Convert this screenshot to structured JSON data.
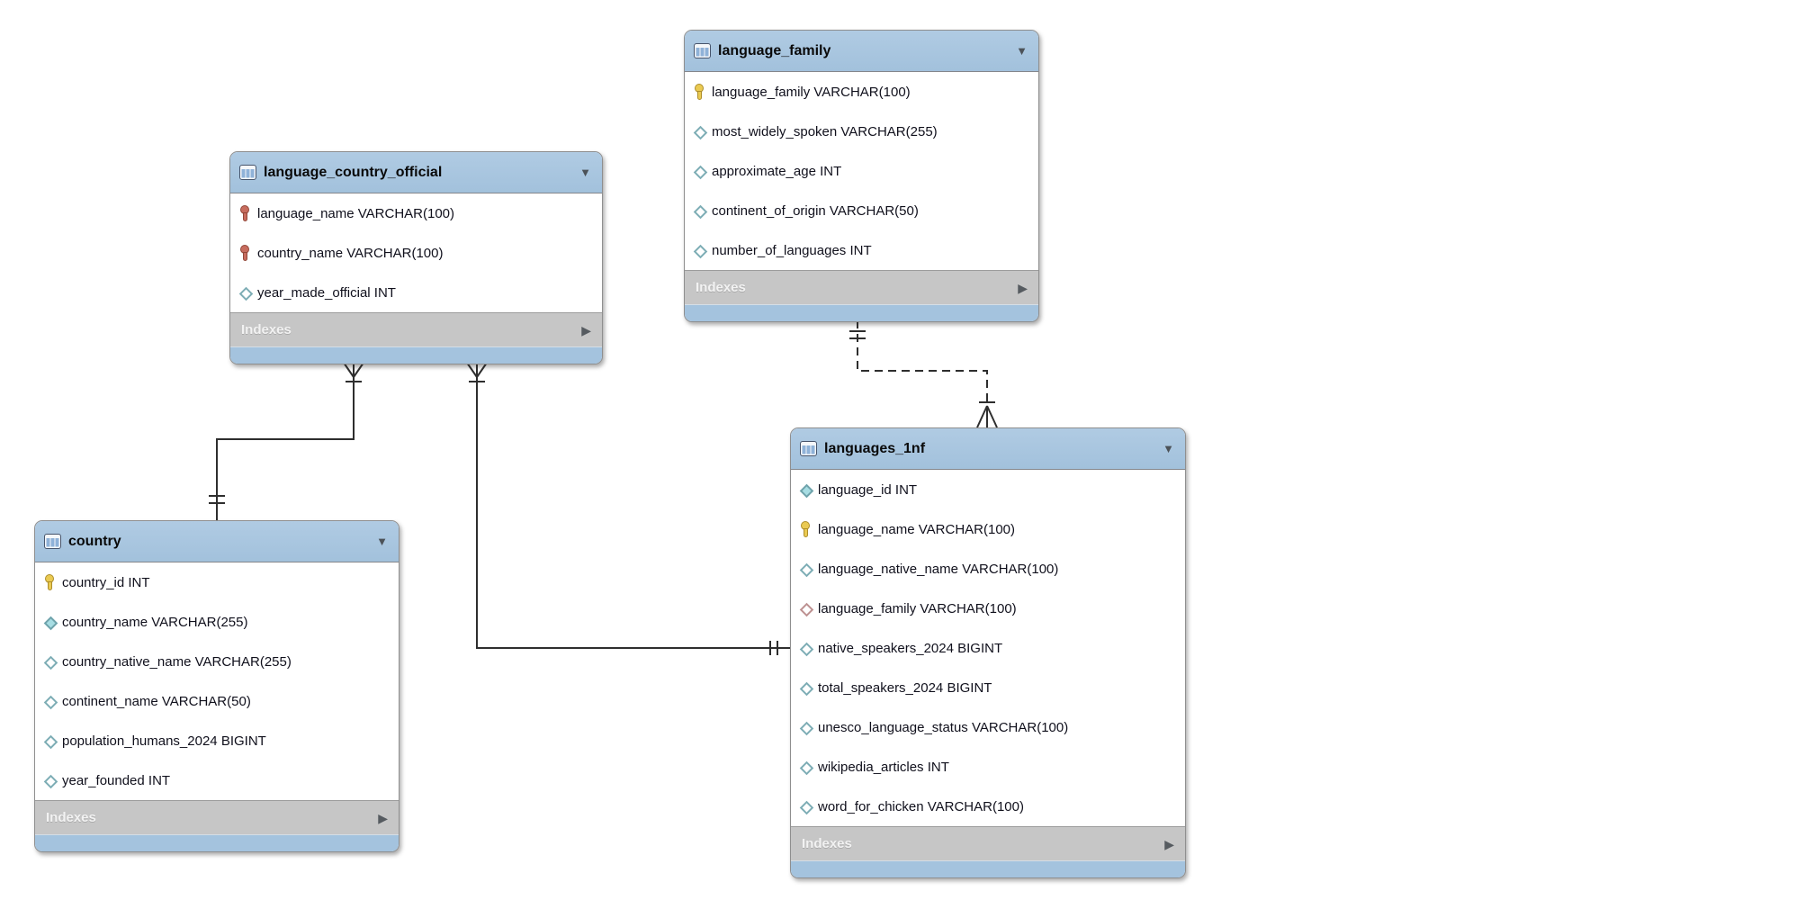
{
  "diagram": {
    "kind": "EER diagram",
    "icons": {
      "collapse_glyph": "▼",
      "expand_glyph": "▶",
      "table_icon": "table-grid",
      "primary_key_icon": "key-yellow",
      "primary_foreign_key_icon": "key-red",
      "column_nullable_icon": "diamond-teal-outline",
      "column_not_null_icon": "diamond-cyan-filled",
      "foreign_key_column_icon": "diamond-red-outline"
    },
    "colors": {
      "header_blue": "#a4c3de",
      "indexes_gray": "#c6c6c6",
      "body_white": "#ffffff",
      "line_dark": "#2e2e2e",
      "key_yellow": "#eaca52",
      "key_red": "#c76c5e",
      "diamond_teal": "#7dadb5",
      "diamond_cyan_fill": "#a7dde3",
      "diamond_red": "#bd9191"
    },
    "tables": [
      {
        "title": "language_country_official",
        "indexes_label": "Indexes",
        "columns": [
          {
            "icon": "primary-foreign-key-icon",
            "text": "language_name VARCHAR(100)"
          },
          {
            "icon": "primary-foreign-key-icon",
            "text": "country_name VARCHAR(100)"
          },
          {
            "icon": "column-nullable-icon",
            "text": "year_made_official INT"
          }
        ]
      },
      {
        "title": "language_family",
        "indexes_label": "Indexes",
        "columns": [
          {
            "icon": "primary-key-icon",
            "text": "language_family VARCHAR(100)"
          },
          {
            "icon": "column-nullable-icon",
            "text": "most_widely_spoken VARCHAR(255)"
          },
          {
            "icon": "column-nullable-icon",
            "text": "approximate_age INT"
          },
          {
            "icon": "column-nullable-icon",
            "text": "continent_of_origin VARCHAR(50)"
          },
          {
            "icon": "column-nullable-icon",
            "text": "number_of_languages INT"
          }
        ]
      },
      {
        "title": "country",
        "indexes_label": "Indexes",
        "columns": [
          {
            "icon": "primary-key-icon",
            "text": "country_id INT"
          },
          {
            "icon": "column-not-null-icon",
            "text": "country_name VARCHAR(255)"
          },
          {
            "icon": "column-nullable-icon",
            "text": "country_native_name VARCHAR(255)"
          },
          {
            "icon": "column-nullable-icon",
            "text": "continent_name VARCHAR(50)"
          },
          {
            "icon": "column-nullable-icon",
            "text": "population_humans_2024 BIGINT"
          },
          {
            "icon": "column-nullable-icon",
            "text": "year_founded INT"
          }
        ]
      },
      {
        "title": "languages_1nf",
        "indexes_label": "Indexes",
        "columns": [
          {
            "icon": "column-not-null-icon",
            "text": "language_id INT"
          },
          {
            "icon": "primary-key-icon",
            "text": "language_name VARCHAR(100)"
          },
          {
            "icon": "column-nullable-icon",
            "text": "language_native_name VARCHAR(100)"
          },
          {
            "icon": "foreign-key-column-icon",
            "text": "language_family VARCHAR(100)"
          },
          {
            "icon": "column-nullable-icon",
            "text": "native_speakers_2024 BIGINT"
          },
          {
            "icon": "column-nullable-icon",
            "text": "total_speakers_2024 BIGINT"
          },
          {
            "icon": "column-nullable-icon",
            "text": "unesco_language_status VARCHAR(100)"
          },
          {
            "icon": "column-nullable-icon",
            "text": "wikipedia_articles INT"
          },
          {
            "icon": "column-nullable-icon",
            "text": "word_for_chicken VARCHAR(100)"
          }
        ]
      }
    ],
    "relationships": [
      {
        "from": "language_country_official",
        "to": "country",
        "line": "solid",
        "from_end": "many-crowsfoot",
        "to_end": "one-double-bar"
      },
      {
        "from": "language_country_official",
        "to": "languages_1nf",
        "line": "solid",
        "from_end": "many-crowsfoot",
        "to_end": "one-double-bar"
      },
      {
        "from": "language_family",
        "to": "languages_1nf",
        "line": "dashed",
        "from_end": "one-double-bar",
        "to_end": "many-crowsfoot"
      }
    ]
  }
}
